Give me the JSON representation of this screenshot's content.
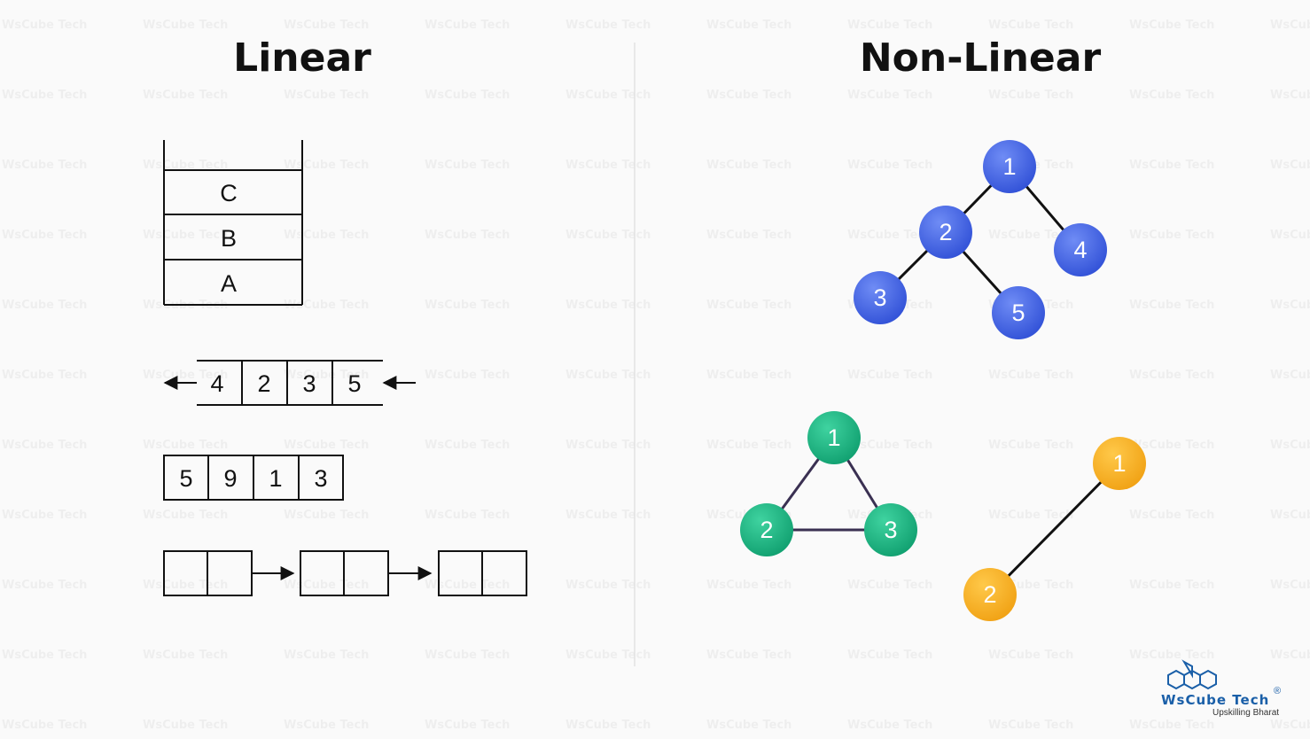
{
  "headings": {
    "linear": "Linear",
    "non_linear": "Non-Linear"
  },
  "linear": {
    "stack": {
      "items_top_to_bottom": [
        "C",
        "B",
        "A"
      ]
    },
    "queue": {
      "items": [
        "4",
        "2",
        "3",
        "5"
      ]
    },
    "array": {
      "items": [
        "5",
        "9",
        "1",
        "3"
      ]
    },
    "linked_list": {
      "node_count": 3
    }
  },
  "non_linear": {
    "tree": {
      "color": "#3d5fe0",
      "nodes": [
        "1",
        "2",
        "3",
        "4",
        "5"
      ],
      "edges": [
        [
          "1",
          "2"
        ],
        [
          "1",
          "4"
        ],
        [
          "2",
          "3"
        ],
        [
          "2",
          "5"
        ]
      ]
    },
    "graph": {
      "color": "#16b07c",
      "edge_color": "#3a3052",
      "nodes": [
        "1",
        "2",
        "3"
      ],
      "edges": [
        [
          "1",
          "2"
        ],
        [
          "1",
          "3"
        ],
        [
          "2",
          "3"
        ]
      ]
    },
    "pair": {
      "color": "#f5ad1c",
      "nodes": [
        "1",
        "2"
      ],
      "edges": [
        [
          "1",
          "2"
        ]
      ]
    }
  },
  "logo": {
    "brand": "WsCube Tech",
    "tagline": "Upskilling Bharat",
    "registered": "®"
  },
  "watermark": {
    "text": "WsCube Tech"
  }
}
